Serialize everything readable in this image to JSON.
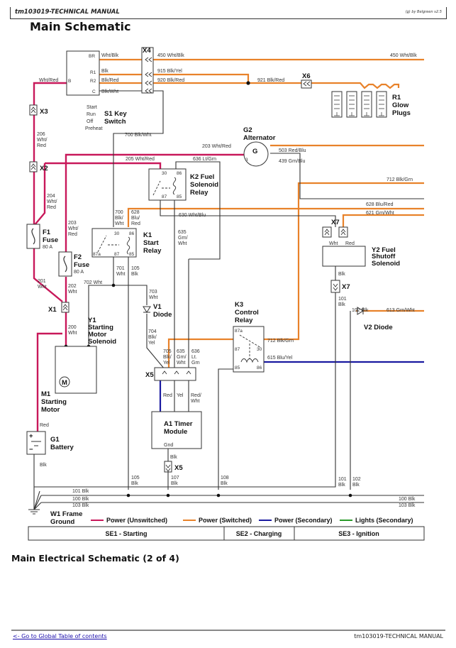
{
  "header": {
    "manual_title": "tm103019-TECHNICAL MANUAL",
    "credit": "(g) by Belgreen v2.5",
    "page_title": "Main Schematic"
  },
  "caption": "Main Electrical Schematic (2 of 4)",
  "footer": {
    "toc_link": "<- Go to Global Table of contents",
    "manual_title": "tm103019-TECHNICAL MANUAL"
  },
  "colors": {
    "power_unswitched": "#c8185a",
    "power_switched": "#e8822a",
    "power_secondary": "#1a1aa0",
    "lights_secondary": "#2a9a2a",
    "wire_black": "#222222"
  },
  "components": {
    "S1": {
      "name": "S1 Key",
      "name2": "Switch",
      "terminals": [
        "BR",
        "R1",
        "R2",
        "C",
        "B"
      ],
      "positions": [
        "Start",
        "Run",
        "Off",
        "Preheat"
      ]
    },
    "R1": {
      "name": "R1",
      "name2": "Glow",
      "name3": "Plugs"
    },
    "G2": {
      "name": "G2",
      "name2": "Alternator",
      "symbol": "G",
      "phase": "3"
    },
    "K2": {
      "name": "K2 Fuel",
      "name2": "Solenoid",
      "name3": "Relay",
      "pins": [
        "30",
        "86",
        "87",
        "85"
      ]
    },
    "K1": {
      "name": "K1",
      "name2": "Start",
      "name3": "Relay",
      "pins": [
        "30",
        "86",
        "87a",
        "87",
        "85"
      ]
    },
    "F1": {
      "name": "F1",
      "name2": "Fuse",
      "rating": "80 A"
    },
    "F2": {
      "name": "F2",
      "name2": "Fuse",
      "rating": "80 A"
    },
    "V1": {
      "name": "V1",
      "name2": "Diode"
    },
    "V2": {
      "name": "V2 Diode"
    },
    "Y1": {
      "name": "Y1",
      "name2": "Starting",
      "name3": "Motor",
      "name4": "Solenoid"
    },
    "M1": {
      "name": "M1",
      "name2": "Starting",
      "name3": "Motor",
      "symbol": "M"
    },
    "G1": {
      "name": "G1",
      "name2": "Battery",
      "plus": "+",
      "minus": "−"
    },
    "K3": {
      "name": "K3",
      "name2": "Control",
      "name3": "Relay",
      "pins": [
        "87a",
        "87",
        "30",
        "85",
        "86"
      ]
    },
    "Y2": {
      "name": "Y2 Fuel",
      "name2": "Shutoff",
      "name3": "Solenoid"
    },
    "A1": {
      "name": "A1 Timer",
      "name2": "Module",
      "gnd": "Gnd"
    },
    "W1": {
      "name": "W1 Frame",
      "name2": "Ground"
    }
  },
  "connectors": {
    "X1": "X1",
    "X2": "X2",
    "X3": "X3",
    "X4": "X4",
    "X5": "X5",
    "X5b": "X5",
    "X6": "X6",
    "X7": "X7",
    "X7b": "X7"
  },
  "wires": {
    "w450a": "Wht/Blk",
    "w450b": "450 Wht/Blk",
    "w450c": "450 Wht/Blk",
    "wR1": "Blk",
    "w915": "915 Blk/Yel",
    "wR2": "Blk/Red",
    "w920": "920 Blk/Red",
    "wC": "Blk/Wht",
    "w921": "921 Blk/Red",
    "wB": "Wht/Red",
    "w206": [
      "206",
      "Wht/",
      "Red"
    ],
    "w700": "700 Blk/Wht",
    "w203": "203 Wht/Red",
    "w205": "205 Wht/Red",
    "w636": "636 Lt/Grn",
    "w503": "503 Red/Blu",
    "w439": "439 Grn/Blu",
    "w712": "712 Blk/Grn",
    "w204": [
      "204",
      "Wht/",
      "Red"
    ],
    "w628": "628 Blu/Red",
    "w621": "621 Grn/Wht",
    "w203b": [
      "203",
      "Wht/",
      "Red"
    ],
    "w700b": [
      "700",
      "Blk/",
      "Wht"
    ],
    "w628b": [
      "628",
      "Blu/",
      "Red"
    ],
    "w630": "630 Wht/Blu",
    "w635": [
      "635",
      "Grn/",
      "Wht"
    ],
    "w201": [
      "201",
      "Wht"
    ],
    "w202": [
      "202",
      "Wht"
    ],
    "w701": [
      "701",
      "Wht"
    ],
    "w105": [
      "105",
      "Blk"
    ],
    "w702": "702 Wht",
    "w703": [
      "703",
      "Wht"
    ],
    "w200": [
      "200",
      "Wht"
    ],
    "wY2wht": "Wht",
    "wY2red": "Red",
    "wY2blk": "Blk",
    "w101": [
      "101",
      "Blk"
    ],
    "w102": "102 Blk",
    "w613": "613 Grn/Wht",
    "w704": [
      "704",
      "Blk/",
      "Yel"
    ],
    "w705": [
      "705",
      "Blk/",
      "Yel"
    ],
    "w635b": [
      "635",
      "Grn/",
      "Wht"
    ],
    "w636b": [
      "636",
      "Lt.",
      "Grn"
    ],
    "w712b": "712 Blk/Grn",
    "w615": "615 Blu/Yel",
    "wA1red": "Red",
    "wA1yel": "Yel",
    "wA1redwht": [
      "Red/",
      "Wht"
    ],
    "wBatRed": "Red",
    "wBatBlk": "Blk",
    "wA1blk": "Blk",
    "w105b": [
      "105",
      "Blk"
    ],
    "w107": [
      "107",
      "Blk"
    ],
    "w108": [
      "108",
      "Blk"
    ],
    "w101b": [
      "101",
      "Blk"
    ],
    "w102b": [
      "102",
      "Blk"
    ],
    "g101": "101 Blk",
    "g100": "100 Blk",
    "g103": "103 Blk",
    "g100r": "100 Blk",
    "g103r": "103 Blk"
  },
  "legend": [
    {
      "label": "Power (Unswitched)",
      "color": "#c8185a"
    },
    {
      "label": "Power (Switched)",
      "color": "#e8822a"
    },
    {
      "label": "Power (Secondary)",
      "color": "#1a1aa0"
    },
    {
      "label": "Lights (Secondary)",
      "color": "#2a9a2a"
    }
  ],
  "sections": [
    {
      "label": "SE1 - Starting"
    },
    {
      "label": "SE2 - Charging"
    },
    {
      "label": "SE3 - Ignition"
    }
  ]
}
